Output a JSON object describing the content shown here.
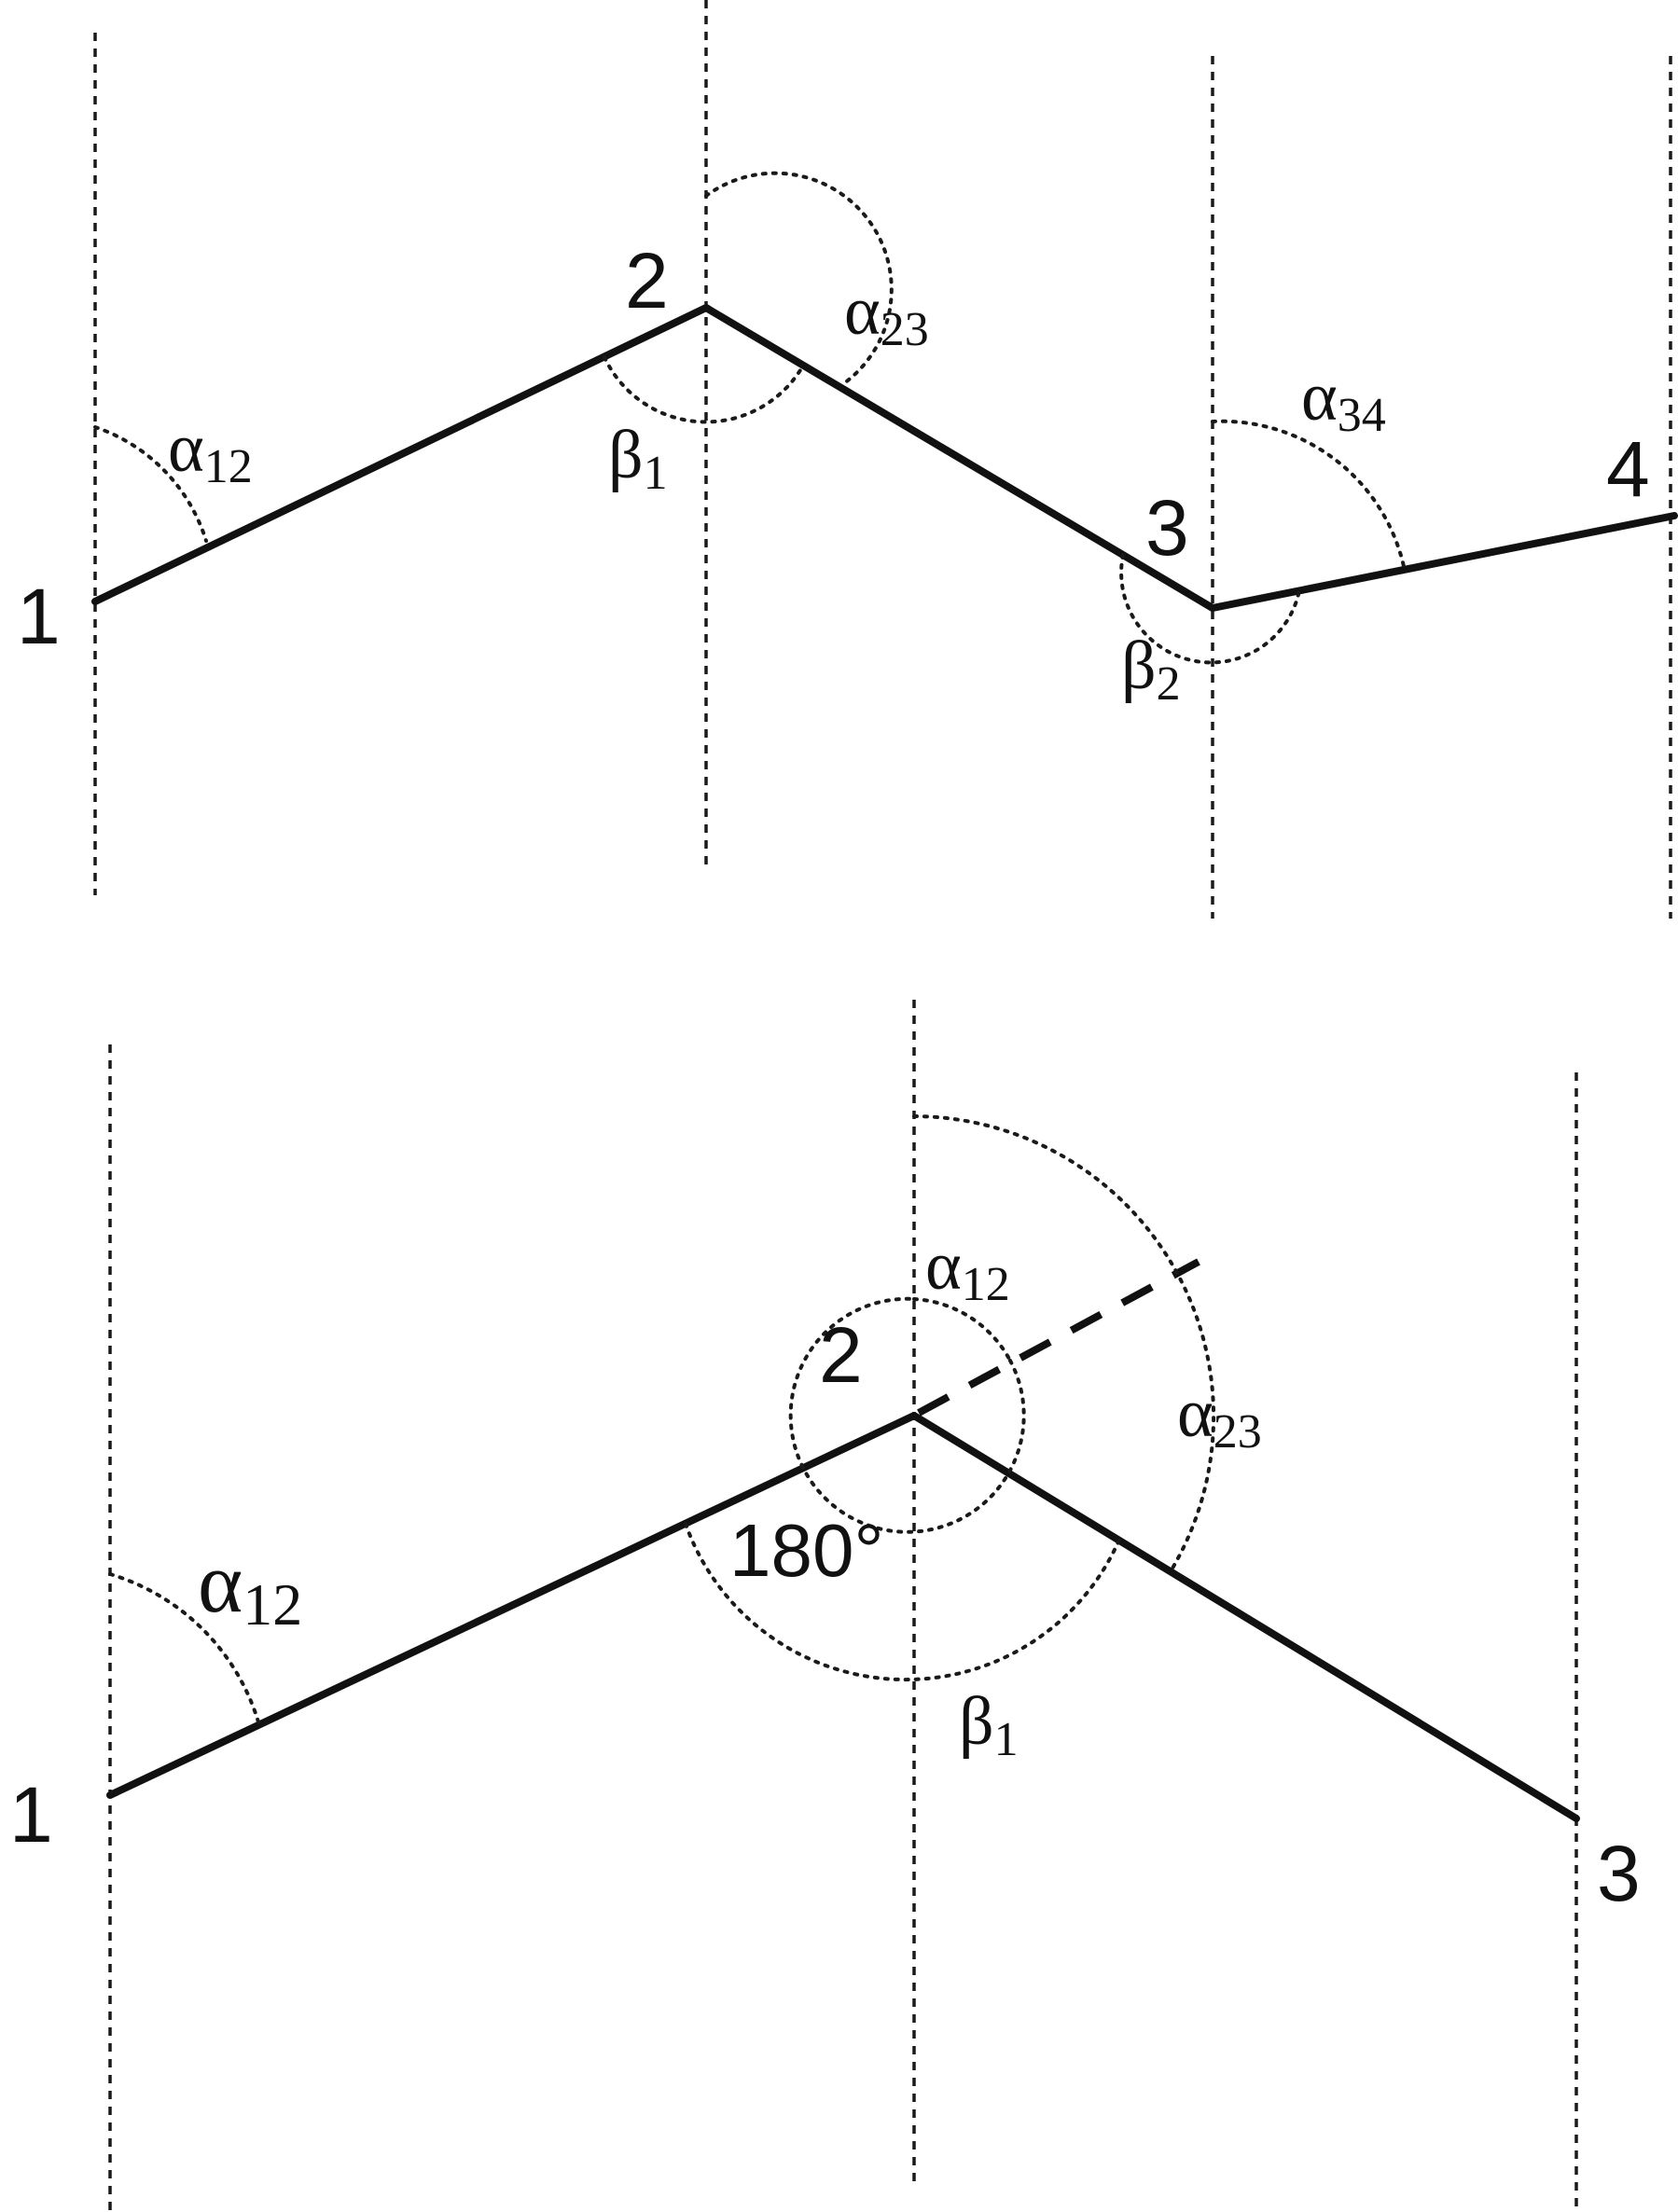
{
  "top": {
    "points": [
      "1",
      "2",
      "3",
      "4"
    ],
    "angles": {
      "a12": {
        "symbol": "α",
        "sub": "12"
      },
      "a23": {
        "symbol": "α",
        "sub": "23"
      },
      "a34": {
        "symbol": "α",
        "sub": "34"
      },
      "b1": {
        "symbol": "β",
        "sub": "1"
      },
      "b2": {
        "symbol": "β",
        "sub": "2"
      }
    }
  },
  "bottom": {
    "points": [
      "1",
      "2",
      "3"
    ],
    "angles": {
      "a12_main": {
        "symbol": "α",
        "sub": "12"
      },
      "a12_vertex": {
        "symbol": "α",
        "sub": "12"
      },
      "a23": {
        "symbol": "α",
        "sub": "23"
      },
      "b1": {
        "symbol": "β",
        "sub": "1"
      }
    },
    "degree_label": "180°"
  }
}
